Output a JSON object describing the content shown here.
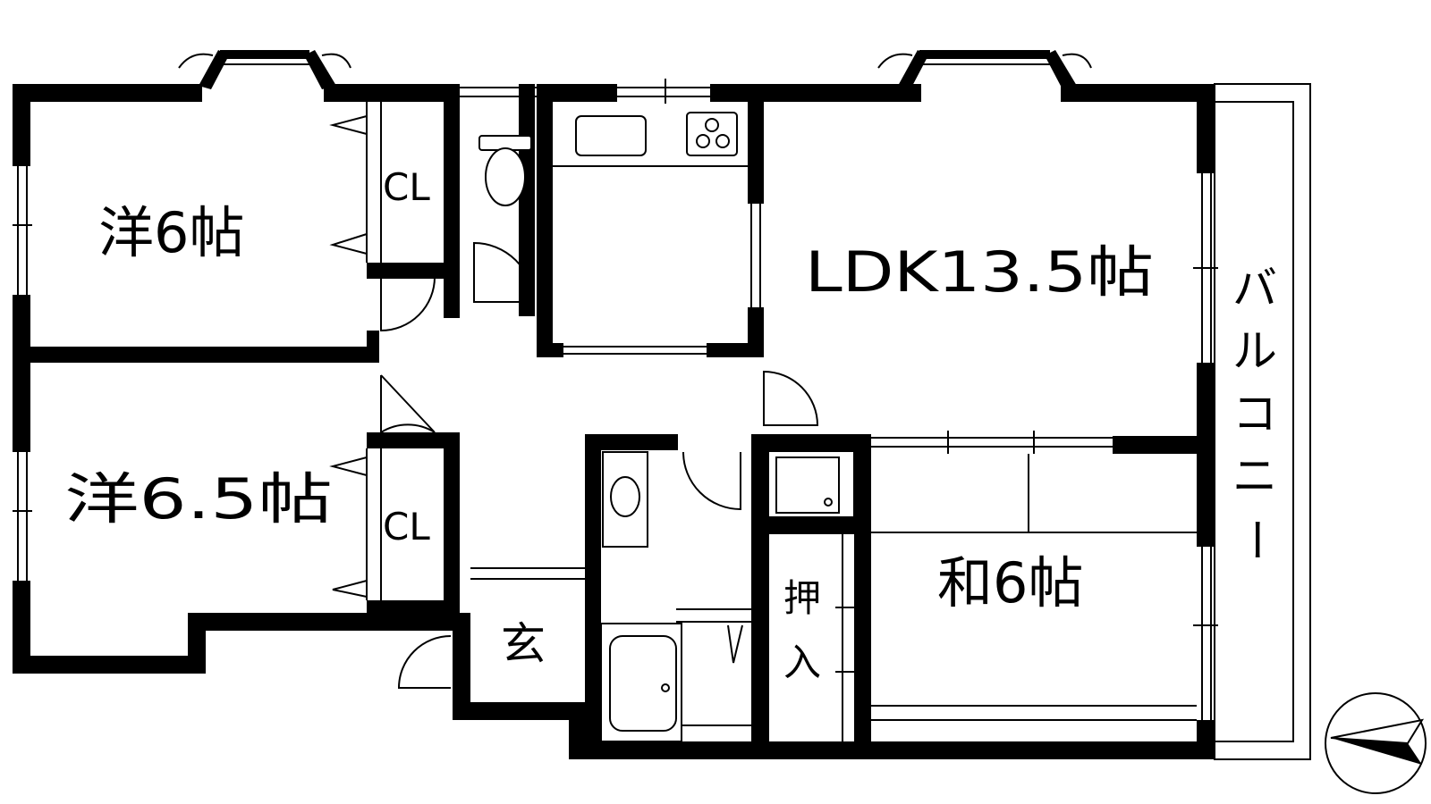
{
  "floor_plan": {
    "rooms": {
      "western_room_a": "洋6帖",
      "western_room_b": "洋6.5帖",
      "closet_a": "CL",
      "closet_b": "CL",
      "ldk": "LDK13.5帖",
      "japanese_room": "和6帖",
      "oshiire_1": "押",
      "oshiire_2": "入",
      "entrance": "玄"
    },
    "balcony": [
      "バ",
      "ル",
      "コ",
      "ニ",
      "ー"
    ],
    "north_arrow_icon": "north-arrow-icon"
  }
}
